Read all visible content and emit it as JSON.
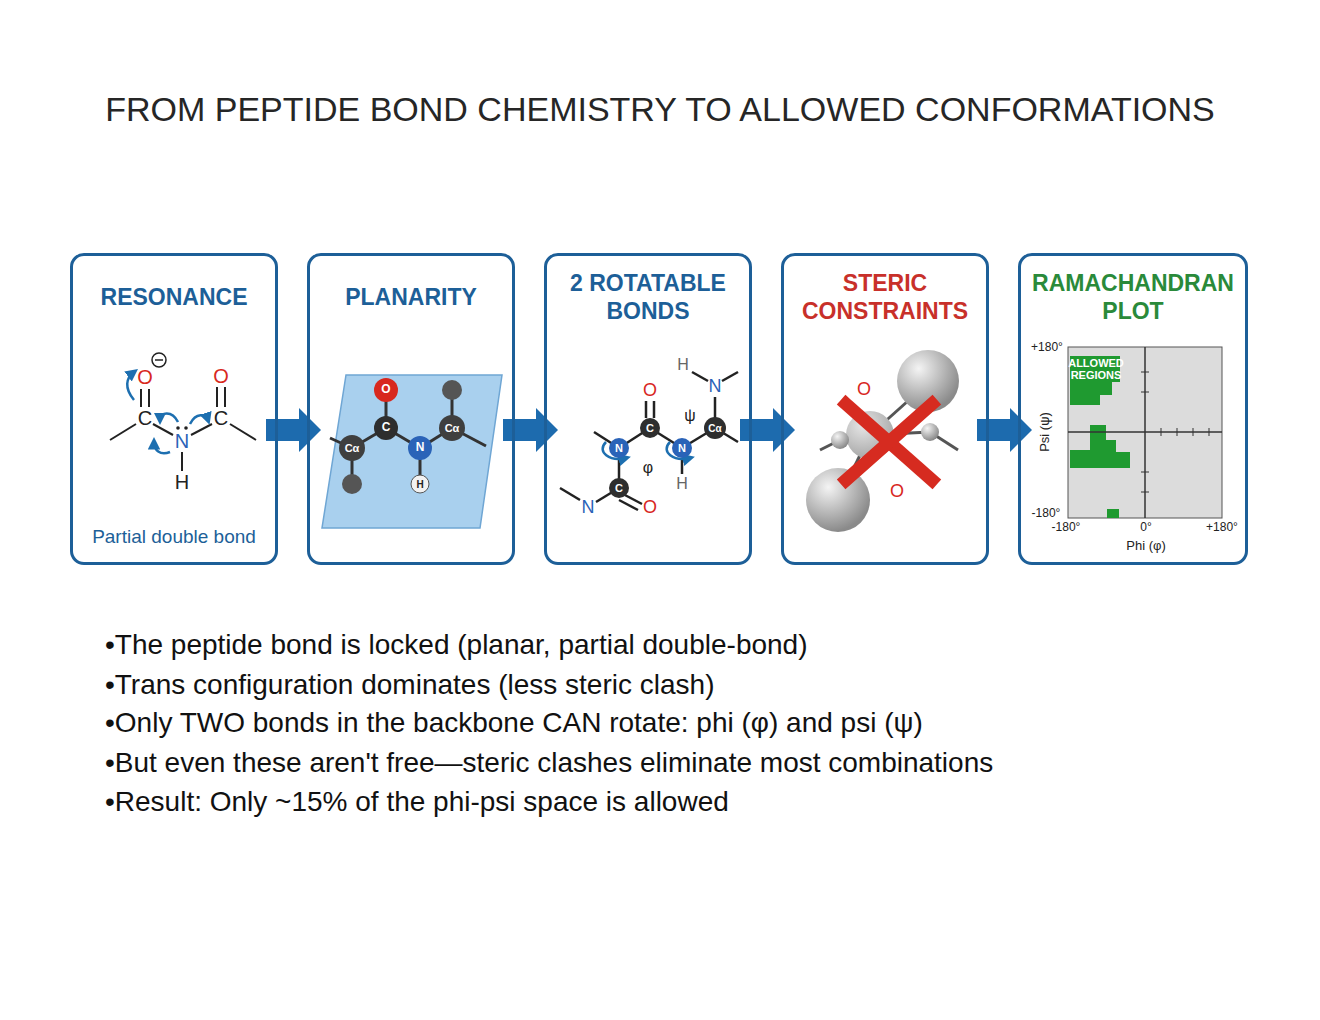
{
  "diagram": {
    "title": "FROM PEPTIDE BOND CHEMISTRY TO ALLOWED CONFORMATIONS",
    "nodes": [
      {
        "text": [
          "RESONANCE",
          "Partial double bond"
        ]
      },
      {
        "text": [
          "PLANARITY"
        ]
      },
      {
        "text": [
          "2 ROTATABLE BONDS"
        ]
      },
      {
        "text": [
          "STERIC CONSTRAINTS"
        ]
      },
      {
        "text": [
          "RAMACHANDRAN PLOT"
        ]
      }
    ],
    "edges": [
      {
        "from": 0,
        "to": 1,
        "arrow": "to"
      },
      {
        "from": 1,
        "to": 2,
        "arrow": "to"
      },
      {
        "from": 2,
        "to": 3,
        "arrow": "to"
      },
      {
        "from": 3,
        "to": 4,
        "arrow": "to"
      }
    ],
    "labels": [
      "O",
      "O",
      "C",
      "C",
      "N",
      "H",
      "Cα",
      "C",
      "O",
      "N",
      "H",
      "Cα",
      "H",
      "N",
      "O",
      "ψ",
      "C",
      "Cα",
      "N",
      "φ",
      "N",
      "H",
      "C",
      "N",
      "O",
      "O",
      "O",
      "+180°",
      "ALLOWED REGIONS",
      "Psi (ψ)",
      "-180°",
      "-180°",
      "0°",
      "+180°",
      "Phi (φ)",
      "•The peptide bond is locked (planar, partial double-bond)",
      "•Trans configuration dominates (less steric clash)",
      "•Only TWO bonds in the backbone CAN rotate: phi (φ) and psi (ψ)",
      "•But even these aren't free—steric clashes eliminate most combinations",
      "•Result: Only ~15% of the phi-psi space is allowed"
    ]
  }
}
